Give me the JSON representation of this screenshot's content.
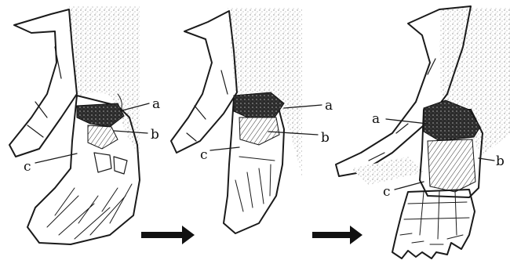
{
  "labels": {
    "a": "a",
    "b": "b",
    "c": "c"
  },
  "colors": {
    "ink": "#1a1a1a",
    "scab": "#2b2b2b",
    "paper": "#ffffff",
    "stipple": "#9a9a9a"
  }
}
